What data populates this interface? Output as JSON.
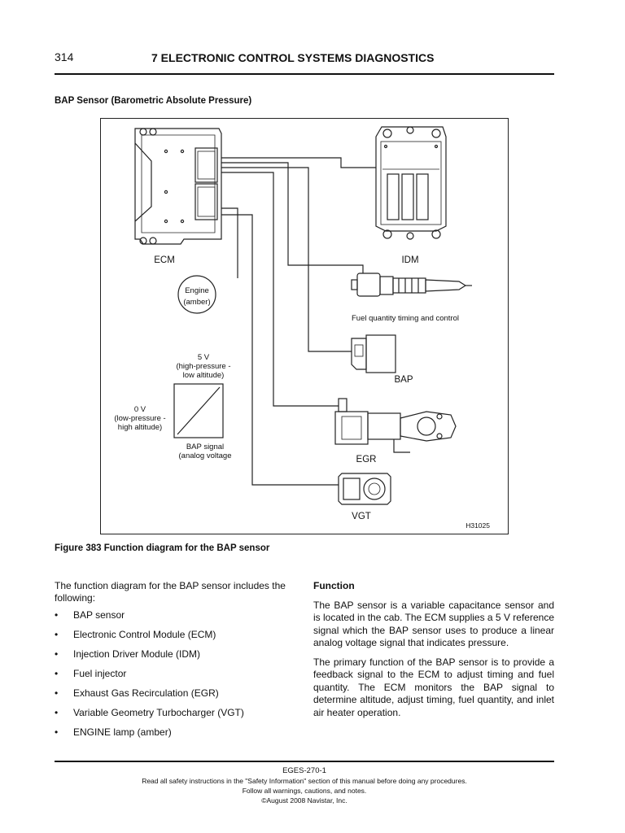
{
  "header": {
    "page_number": "314",
    "chapter_title": "7 ELECTRONIC CONTROL SYSTEMS DIAGNOSTICS"
  },
  "section_title": "BAP Sensor (Barometric Absolute Pressure)",
  "figure": {
    "labels": {
      "ecm": "ECM",
      "idm": "IDM",
      "engine_lamp": [
        "Engine",
        "(amber)"
      ],
      "fuel_injector": "Fuel quantity timing and control",
      "bap": "BAP",
      "egr": "EGR",
      "vgt": "VGT",
      "high_voltage": [
        "5 V",
        "(high-pressure -",
        "low altitude)"
      ],
      "low_voltage": [
        "0 V",
        "(low-pressure -",
        "high altitude)"
      ],
      "bap_signal": [
        "BAP signal",
        "(analog voltage"
      ],
      "figure_id": "H31025"
    },
    "caption": "Figure 383   Function diagram for the BAP sensor"
  },
  "left_column": {
    "intro": "The function diagram for the BAP sensor includes the following:",
    "items": [
      "BAP sensor",
      "Electronic Control Module (ECM)",
      "Injection Driver Module (IDM)",
      "Fuel injector",
      "Exhaust Gas Recirculation (EGR)",
      "Variable Geometry Turbocharger (VGT)",
      "ENGINE lamp (amber)"
    ],
    "bullet": "•"
  },
  "right_column": {
    "heading": "Function",
    "paragraphs": [
      "The BAP sensor is a variable capacitance sensor and is located in the cab. The ECM supplies a 5 V reference signal which the BAP sensor uses to produce a linear analog voltage signal that indicates pressure.",
      "The primary function of the BAP sensor is to provide a feedback signal to the ECM to adjust timing and fuel quantity. The ECM monitors the BAP signal to determine altitude, adjust timing, fuel quantity, and inlet air heater operation."
    ]
  },
  "footer": {
    "code": "EGES-270-1",
    "lines": [
      "Read all safety instructions in the \"Safety Information\" section of this manual before doing any procedures.",
      "Follow all warnings, cautions, and notes.",
      "©August 2008 Navistar, Inc."
    ]
  }
}
